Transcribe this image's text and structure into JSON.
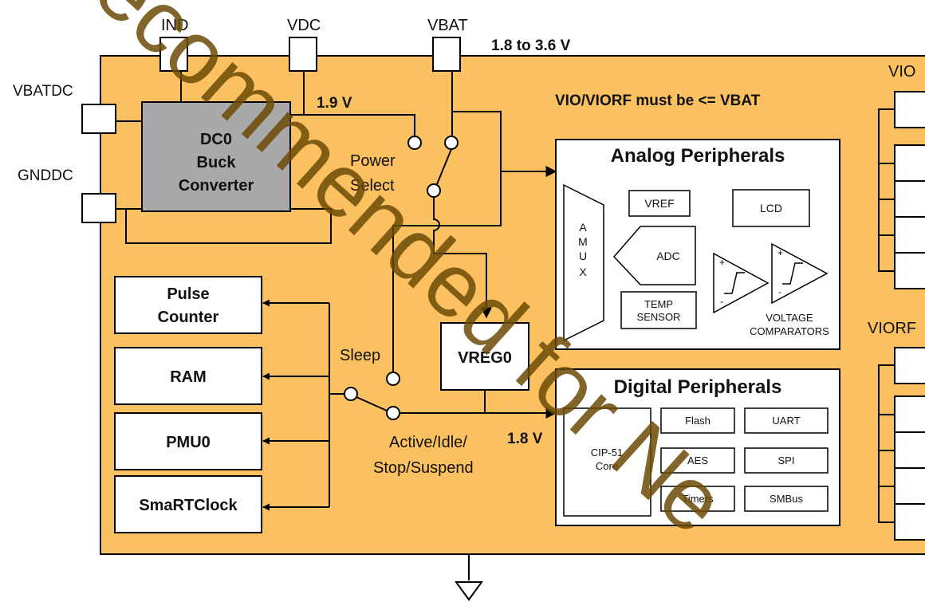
{
  "pins": {
    "ind": "IND",
    "vdc": "VDC",
    "vbat": "VBAT",
    "vbatdc": "VBATDC",
    "gnddc": "GNDDC",
    "vio": "VIO",
    "viorf": "VIORF"
  },
  "supply": {
    "vbat_range": "1.8 to 3.6 V",
    "dc0_output": "1.9 V",
    "vreg_output": "1.8 V",
    "constraint_note": "VIO/VIORF must be <= VBAT"
  },
  "dc0": {
    "line1": "DC0",
    "line2": "Buck",
    "line3": "Converter"
  },
  "switches": {
    "power_select_1": "Power",
    "power_select_2": "Select",
    "sleep": "Sleep",
    "active_1": "Active/Idle/",
    "active_2": "Stop/Suspend"
  },
  "left_blocks": {
    "pulse_1": "Pulse",
    "pulse_2": "Counter",
    "ram": "RAM",
    "pmu": "PMU0",
    "smartclock": "SmaRTClock"
  },
  "vreg": "VREG0",
  "analog": {
    "title": "Analog Peripherals",
    "amux": [
      "A",
      "M",
      "U",
      "X"
    ],
    "vref": "VREF",
    "lcd": "LCD",
    "adc": "ADC",
    "temp_1": "TEMP",
    "temp_2": "SENSOR",
    "comp_1": "VOLTAGE",
    "comp_2": "COMPARATORS"
  },
  "digital": {
    "title": "Digital Peripherals",
    "core_1": "CIP-51",
    "core_2": "Core",
    "flash": "Flash",
    "uart": "UART",
    "aes": "AES",
    "spi": "SPI",
    "timers": "Timers",
    "smbus": "SMBus"
  },
  "watermark": "ecommended for Ne",
  "colors": {
    "chip_fill": "#FBC160",
    "dc0_fill": "#A9A9A9",
    "watermark": "#6B4A06"
  }
}
